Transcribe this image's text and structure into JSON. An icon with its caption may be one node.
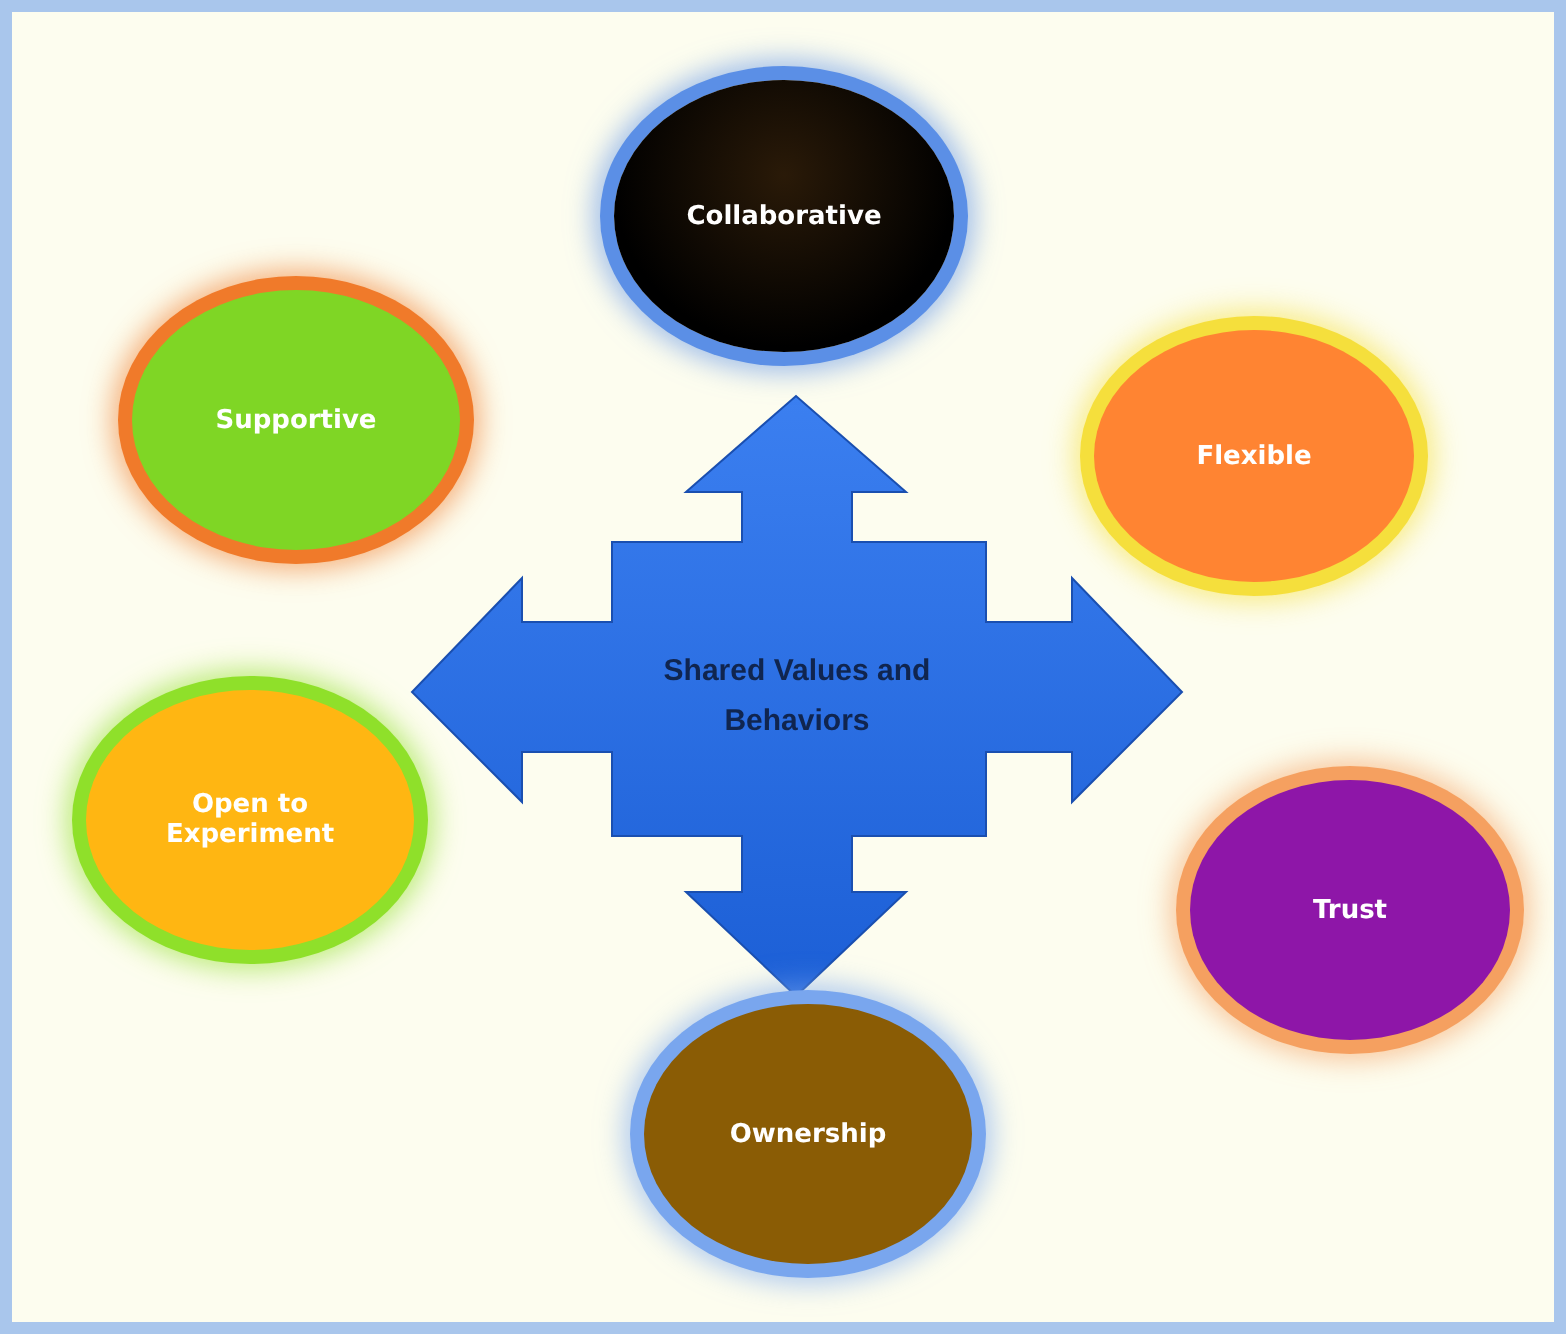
{
  "diagram": {
    "nodes": [
      {
        "text": [
          "Shared Values and Behaviors"
        ]
      },
      {
        "text": [
          "Collaborative"
        ]
      },
      {
        "text": [
          "Supportive"
        ]
      },
      {
        "text": [
          "Flexible"
        ]
      },
      {
        "text": [
          "Open to Experiment"
        ]
      },
      {
        "text": [
          "Trust"
        ]
      },
      {
        "text": [
          "Ownership"
        ]
      }
    ]
  }
}
